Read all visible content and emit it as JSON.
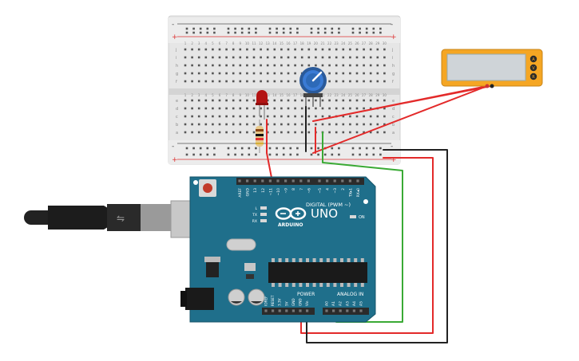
{
  "breadboard": {
    "rail_minus": "-",
    "rail_plus": "+",
    "row_labels_top": [
      "j",
      "i",
      "h",
      "g",
      "f"
    ],
    "row_labels_bottom": [
      "e",
      "d",
      "c",
      "b",
      "a"
    ],
    "column_numbers": [
      "1",
      "2",
      "3",
      "4",
      "5",
      "6",
      "7",
      "8",
      "9",
      "10",
      "11",
      "12",
      "13",
      "14",
      "15",
      "16",
      "17",
      "18",
      "19",
      "20",
      "21",
      "22",
      "23",
      "24",
      "25",
      "26",
      "27",
      "28",
      "29",
      "30"
    ]
  },
  "multimeter": {
    "buttons": [
      "A",
      "V",
      "R"
    ]
  },
  "arduino": {
    "logo_text": "ARDUINO",
    "model": "UNO",
    "digital_header": "DIGITAL (PWM ~)",
    "digital_pins": [
      "AREF",
      "GND",
      "13",
      "12",
      "~11",
      "~10",
      "~9",
      "8",
      "7",
      "~6",
      "~5",
      "4",
      "~3",
      "2",
      "TX▸1",
      "RX◂0"
    ],
    "led_labels": [
      "L",
      "TX",
      "RX"
    ],
    "on_label": "ON",
    "power_header": "POWER",
    "power_pins": [
      "IOREF",
      "RESET",
      "3.3V",
      "5V",
      "GND",
      "GND",
      "Vin"
    ],
    "analog_header": "ANALOG IN",
    "analog_pins": [
      "A0",
      "A1",
      "A2",
      "A3",
      "A4",
      "A5"
    ]
  },
  "colors": {
    "board_blue": "#1f6f8b",
    "breadboard": "#e6e6e6",
    "multimeter": "#f5a623",
    "wire_red": "#e32a2a",
    "wire_green": "#3aaa35",
    "wire_black": "#222222"
  }
}
